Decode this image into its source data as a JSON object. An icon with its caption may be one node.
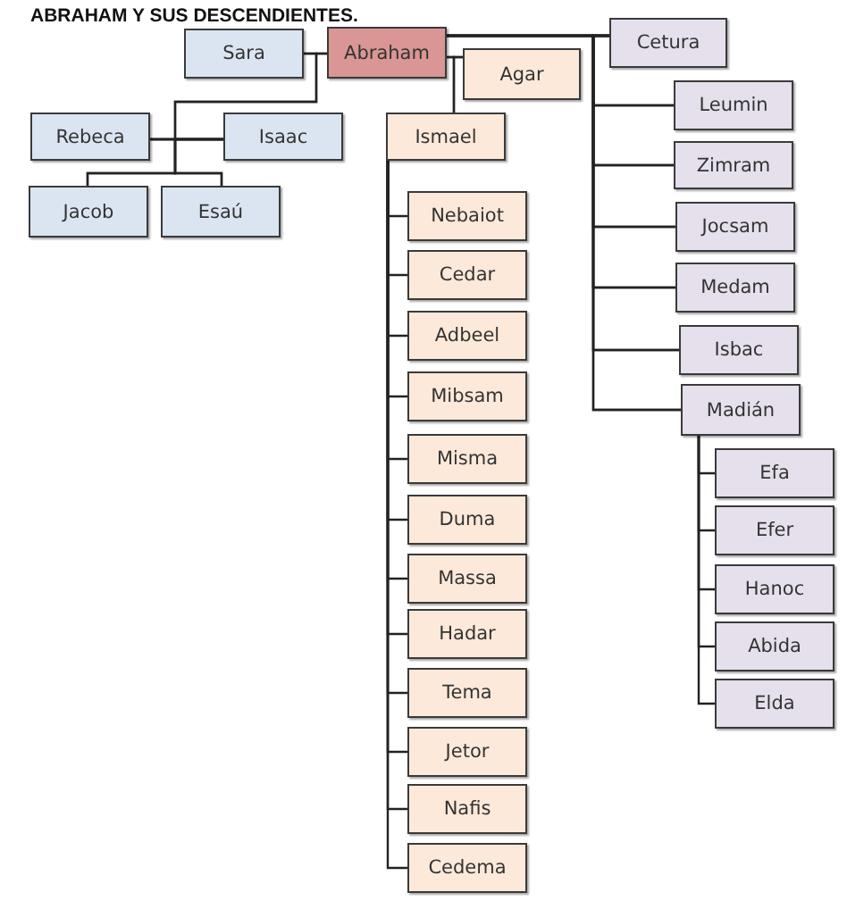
{
  "diagram": {
    "title": "ABRAHAM Y SUS DESCENDIENTES.",
    "nodes": [
      {
        "text": [
          "Sara"
        ]
      },
      {
        "text": [
          "Abraham"
        ]
      },
      {
        "text": [
          "Agar"
        ]
      },
      {
        "text": [
          "Cetura"
        ]
      },
      {
        "text": [
          "Rebeca"
        ]
      },
      {
        "text": [
          "Isaac"
        ]
      },
      {
        "text": [
          "Jacob"
        ]
      },
      {
        "text": [
          "Esaú"
        ]
      },
      {
        "text": [
          "Ismael"
        ]
      },
      {
        "text": [
          "Nebaiot"
        ]
      },
      {
        "text": [
          "Cedar"
        ]
      },
      {
        "text": [
          "Adbeel"
        ]
      },
      {
        "text": [
          "Mibsam"
        ]
      },
      {
        "text": [
          "Misma"
        ]
      },
      {
        "text": [
          "Duma"
        ]
      },
      {
        "text": [
          "Massa"
        ]
      },
      {
        "text": [
          "Hadar"
        ]
      },
      {
        "text": [
          "Tema"
        ]
      },
      {
        "text": [
          "Jetor"
        ]
      },
      {
        "text": [
          "Nafis"
        ]
      },
      {
        "text": [
          "Cedema"
        ]
      },
      {
        "text": [
          "Leumin"
        ]
      },
      {
        "text": [
          "Zimram"
        ]
      },
      {
        "text": [
          "Jocsam"
        ]
      },
      {
        "text": [
          "Medam"
        ]
      },
      {
        "text": [
          "Isbac"
        ]
      },
      {
        "text": [
          "Madián"
        ]
      },
      {
        "text": [
          "Efa"
        ]
      },
      {
        "text": [
          "Efer"
        ]
      },
      {
        "text": [
          "Hanoc"
        ]
      },
      {
        "text": [
          "Abida"
        ]
      },
      {
        "text": [
          "Elda"
        ]
      }
    ],
    "edges": [
      {
        "from": 0,
        "to": 1,
        "arrow": "none"
      },
      {
        "from": 1,
        "to": 2,
        "arrow": "none"
      },
      {
        "from": 1,
        "to": 3,
        "arrow": "none"
      },
      {
        "from": 0,
        "to": 5,
        "arrow": "none"
      },
      {
        "from": 1,
        "to": 5,
        "arrow": "none"
      },
      {
        "from": 4,
        "to": 5,
        "arrow": "none"
      },
      {
        "from": 4,
        "to": 6,
        "arrow": "none"
      },
      {
        "from": 5,
        "to": 6,
        "arrow": "none"
      },
      {
        "from": 4,
        "to": 7,
        "arrow": "none"
      },
      {
        "from": 5,
        "to": 7,
        "arrow": "none"
      },
      {
        "from": 1,
        "to": 8,
        "arrow": "none"
      },
      {
        "from": 2,
        "to": 8,
        "arrow": "none"
      },
      {
        "from": 8,
        "to": 9,
        "arrow": "none"
      },
      {
        "from": 8,
        "to": 10,
        "arrow": "none"
      },
      {
        "from": 8,
        "to": 11,
        "arrow": "none"
      },
      {
        "from": 8,
        "to": 12,
        "arrow": "none"
      },
      {
        "from": 8,
        "to": 13,
        "arrow": "none"
      },
      {
        "from": 8,
        "to": 14,
        "arrow": "none"
      },
      {
        "from": 8,
        "to": 15,
        "arrow": "none"
      },
      {
        "from": 8,
        "to": 16,
        "arrow": "none"
      },
      {
        "from": 8,
        "to": 17,
        "arrow": "none"
      },
      {
        "from": 8,
        "to": 18,
        "arrow": "none"
      },
      {
        "from": 8,
        "to": 19,
        "arrow": "none"
      },
      {
        "from": 8,
        "to": 20,
        "arrow": "none"
      },
      {
        "from": 1,
        "to": 21,
        "arrow": "none"
      },
      {
        "from": 3,
        "to": 21,
        "arrow": "none"
      },
      {
        "from": 1,
        "to": 22,
        "arrow": "none"
      },
      {
        "from": 3,
        "to": 22,
        "arrow": "none"
      },
      {
        "from": 1,
        "to": 23,
        "arrow": "none"
      },
      {
        "from": 3,
        "to": 23,
        "arrow": "none"
      },
      {
        "from": 1,
        "to": 24,
        "arrow": "none"
      },
      {
        "from": 3,
        "to": 24,
        "arrow": "none"
      },
      {
        "from": 1,
        "to": 25,
        "arrow": "none"
      },
      {
        "from": 3,
        "to": 25,
        "arrow": "none"
      },
      {
        "from": 1,
        "to": 26,
        "arrow": "none"
      },
      {
        "from": 3,
        "to": 26,
        "arrow": "none"
      },
      {
        "from": 26,
        "to": 27,
        "arrow": "none"
      },
      {
        "from": 26,
        "to": 28,
        "arrow": "none"
      },
      {
        "from": 26,
        "to": 29,
        "arrow": "none"
      },
      {
        "from": 26,
        "to": 30,
        "arrow": "none"
      },
      {
        "from": 26,
        "to": 31,
        "arrow": "none"
      }
    ]
  }
}
